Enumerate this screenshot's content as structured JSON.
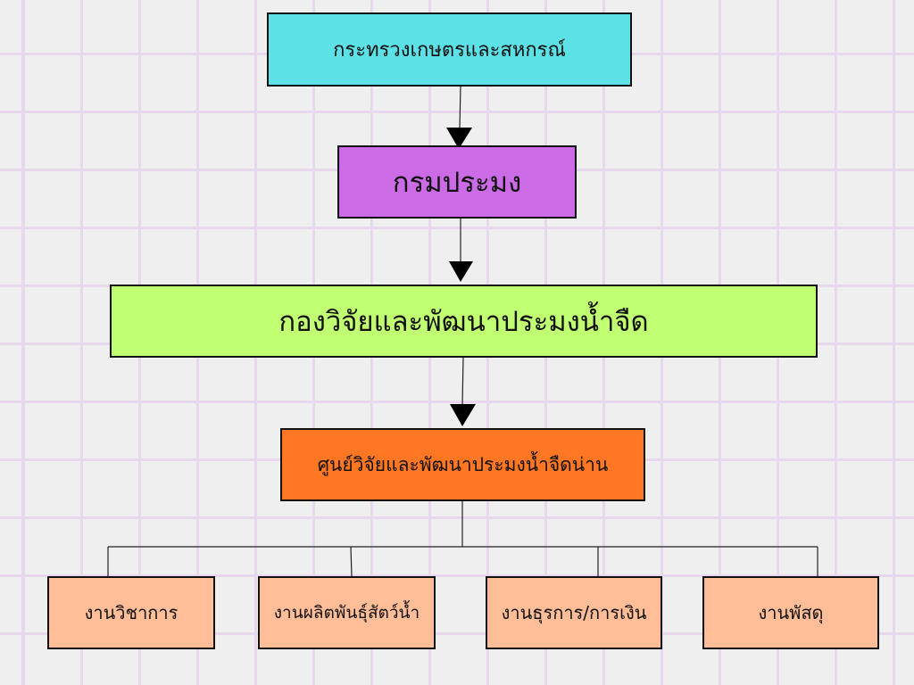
{
  "nodes": {
    "ministry": {
      "label": "กระทรวงเกษตรและสหกรณ์",
      "color": "#5ce1e6"
    },
    "department": {
      "label": "กรมประมง",
      "color": "#cb6ce6"
    },
    "division": {
      "label": "กองวิจัยและพัฒนาประมงน้ำจืด",
      "color": "#c1ff72"
    },
    "center": {
      "label": "ศูนย์วิจัยและพัฒนาประมงน้ำจืดน่าน",
      "color": "#ff7722"
    },
    "units": [
      {
        "label": "งานวิชาการ"
      },
      {
        "label": "งานผลิตพันธุ์สัตว์น้ำ"
      },
      {
        "label": "งานธุรการ/การเงิน"
      },
      {
        "label": "งานพัสดุ"
      }
    ],
    "unit_color": "#ffbe98"
  }
}
